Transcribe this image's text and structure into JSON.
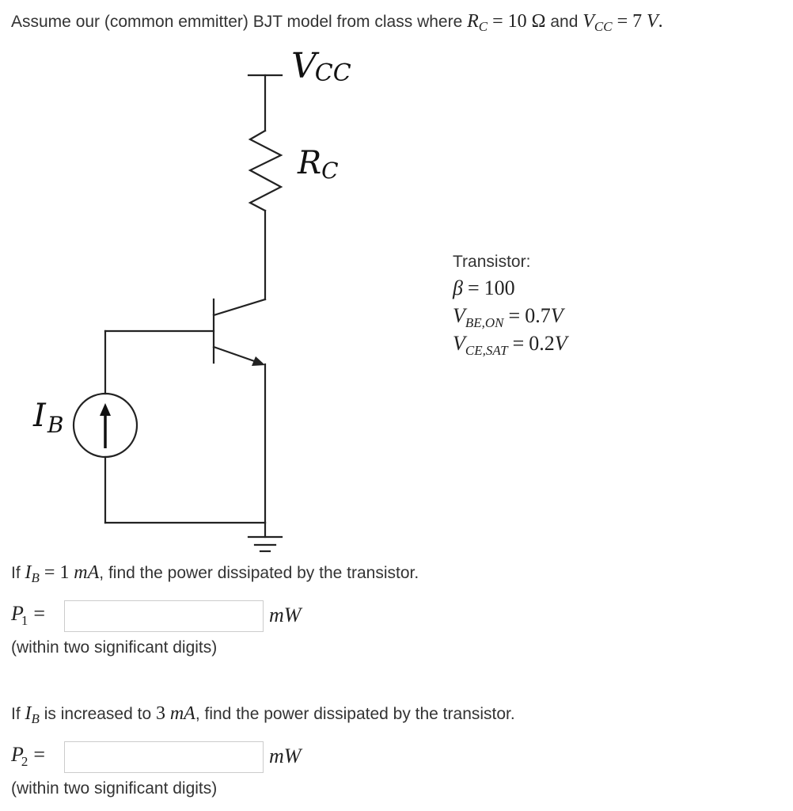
{
  "intro": {
    "prefix": "Assume our (common emmitter) BJT model from class where ",
    "rc_symbol": "R",
    "rc_sub": "C",
    "rc_eq": "=",
    "rc_value": "10 Ω",
    "and": " and ",
    "vcc_symbol": "V",
    "vcc_sub": "CC",
    "vcc_eq": "=",
    "vcc_value": "7",
    "vcc_unit": "V",
    "period": "."
  },
  "circuit": {
    "vcc_label_main": "V",
    "vcc_label_sub": "CC",
    "rc_label_main": "R",
    "rc_label_sub": "C",
    "ib_label_main": "I",
    "ib_label_sub": "B",
    "line_color": "#222222",
    "source_arrow": "up-arrow"
  },
  "transistor_params": {
    "title": "Transistor:",
    "beta_symbol": "β",
    "beta_eq": "=",
    "beta_value": "100",
    "vbe_symbol": "V",
    "vbe_sub": "BE,ON",
    "vbe_eq": "=",
    "vbe_value": "0.7",
    "vbe_unit": "V",
    "vce_symbol": "V",
    "vce_sub": "CE,SAT",
    "vce_eq": "=",
    "vce_value": "0.2",
    "vce_unit": "V"
  },
  "question1": {
    "prefix": "If ",
    "ib_symbol": "I",
    "ib_sub": "B",
    "eq": "=",
    "value": "1",
    "unit": "mA",
    "suffix": ", find the power dissipated by the transistor.",
    "answer_label_symbol": "P",
    "answer_label_sub": "1",
    "answer_label_eq": "=",
    "answer_value": "",
    "answer_placeholder": "",
    "answer_unit": "mW",
    "hint": "(within two significant digits)"
  },
  "question2": {
    "prefix": "If ",
    "ib_symbol": "I",
    "ib_sub": "B",
    "middle": " is increased to ",
    "value": "3",
    "unit": "mA",
    "suffix": ", find the power dissipated by the transistor.",
    "answer_label_symbol": "P",
    "answer_label_sub": "2",
    "answer_label_eq": "=",
    "answer_value": "",
    "answer_placeholder": "",
    "answer_unit": "mW",
    "hint": "(within two significant digits)"
  }
}
